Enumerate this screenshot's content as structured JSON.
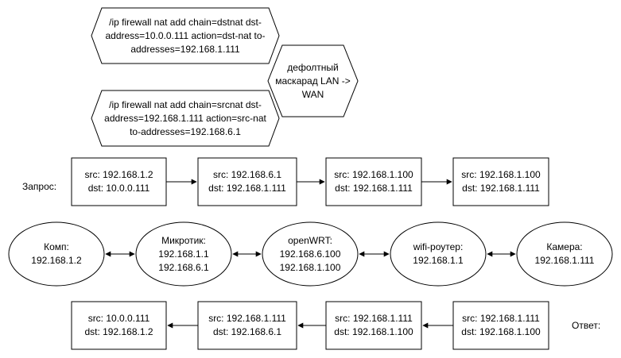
{
  "commands": {
    "dstnat": "/ip firewall nat add chain=dstnat dst-\naddress=10.0.0.111 action=dst-nat to-\naddresses=192.168.1.111",
    "srcnat": "/ip firewall nat add chain=srcnat dst-\naddress=192.168.1.111 action=src-nat\nto-addresses=192.168.6.1",
    "masquerade": "дефолтный\nмаскарад LAN ->\nWAN"
  },
  "labels": {
    "request": "Запрос:",
    "response": "Ответ:"
  },
  "request_boxes": [
    "src: 192.168.1.2\ndst: 10.0.0.111",
    "src: 192.168.6.1\ndst: 192.168.1.111",
    "src: 192.168.1.100\ndst: 192.168.1.111",
    "src: 192.168.1.100\ndst: 192.168.1.111"
  ],
  "devices": [
    "Комп:\n192.168.1.2",
    "Микротик:\n192.168.1.1\n192.168.6.1",
    "openWRT:\n192.168.6.100\n192.168.1.100",
    "wifi-роутер:\n192.168.1.1",
    "Камера:\n192.168.1.111"
  ],
  "response_boxes": [
    "src: 10.0.0.111\ndst: 192.168.1.2",
    "src: 192.168.1.111\ndst: 192.168.6.1",
    "src: 192.168.1.111\ndst: 192.168.1.100",
    "src: 192.168.1.111\ndst: 192.168.1.100"
  ]
}
